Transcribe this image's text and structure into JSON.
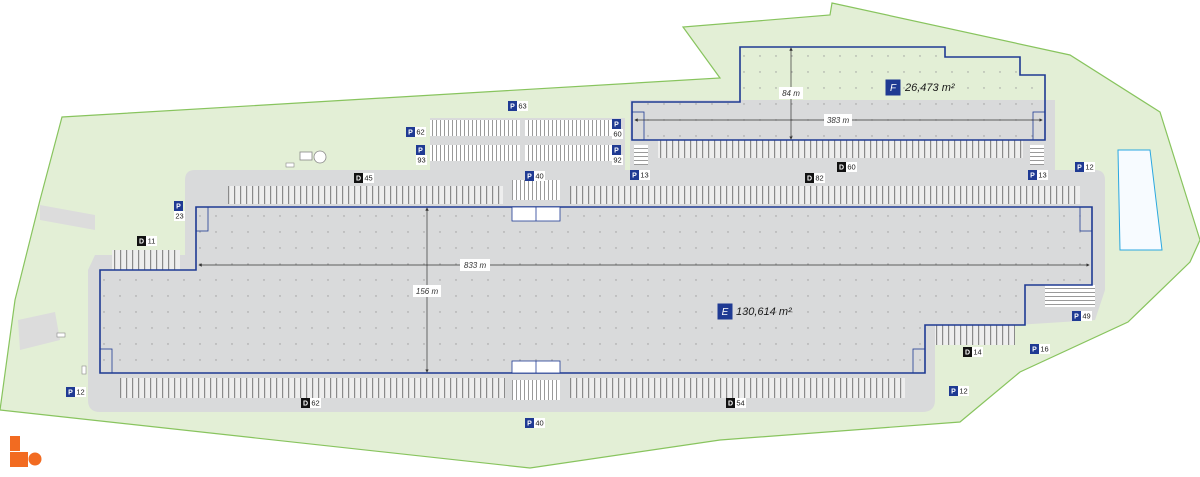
{
  "colors": {
    "site": "#e3efd6",
    "site_border": "#88c45e",
    "paving": "#d9dadb",
    "building_outline": "#1f3a93",
    "badge_parking": "#1f3a93",
    "badge_dock": "#111111",
    "accent": "#f26b21",
    "water": "#2aa7e0"
  },
  "buildings": {
    "E": {
      "label": "E",
      "area": "130,614 m²",
      "length": "833 m",
      "width": "156 m"
    },
    "F": {
      "label": "F",
      "area": "26,473 m²",
      "length": "383 m",
      "width": "84 m"
    }
  },
  "badges": [
    {
      "letter": "P",
      "value": "63"
    },
    {
      "letter": "P",
      "value": "62"
    },
    {
      "letter": "P",
      "value": "60"
    },
    {
      "letter": "P",
      "value": "93"
    },
    {
      "letter": "P",
      "value": "92"
    },
    {
      "letter": "D",
      "value": "45"
    },
    {
      "letter": "P",
      "value": "40"
    },
    {
      "letter": "P",
      "value": "13"
    },
    {
      "letter": "D",
      "value": "82"
    },
    {
      "letter": "D",
      "value": "60"
    },
    {
      "letter": "P",
      "value": "13"
    },
    {
      "letter": "P",
      "value": "12"
    },
    {
      "letter": "P",
      "value": "23"
    },
    {
      "letter": "D",
      "value": "11"
    },
    {
      "letter": "P",
      "value": "49"
    },
    {
      "letter": "D",
      "value": "14"
    },
    {
      "letter": "P",
      "value": "16"
    },
    {
      "letter": "P",
      "value": "12"
    },
    {
      "letter": "D",
      "value": "62"
    },
    {
      "letter": "D",
      "value": "54"
    },
    {
      "letter": "P",
      "value": "12"
    },
    {
      "letter": "P",
      "value": "40"
    }
  ],
  "logo": {
    "icon": "company-logo-icon"
  }
}
